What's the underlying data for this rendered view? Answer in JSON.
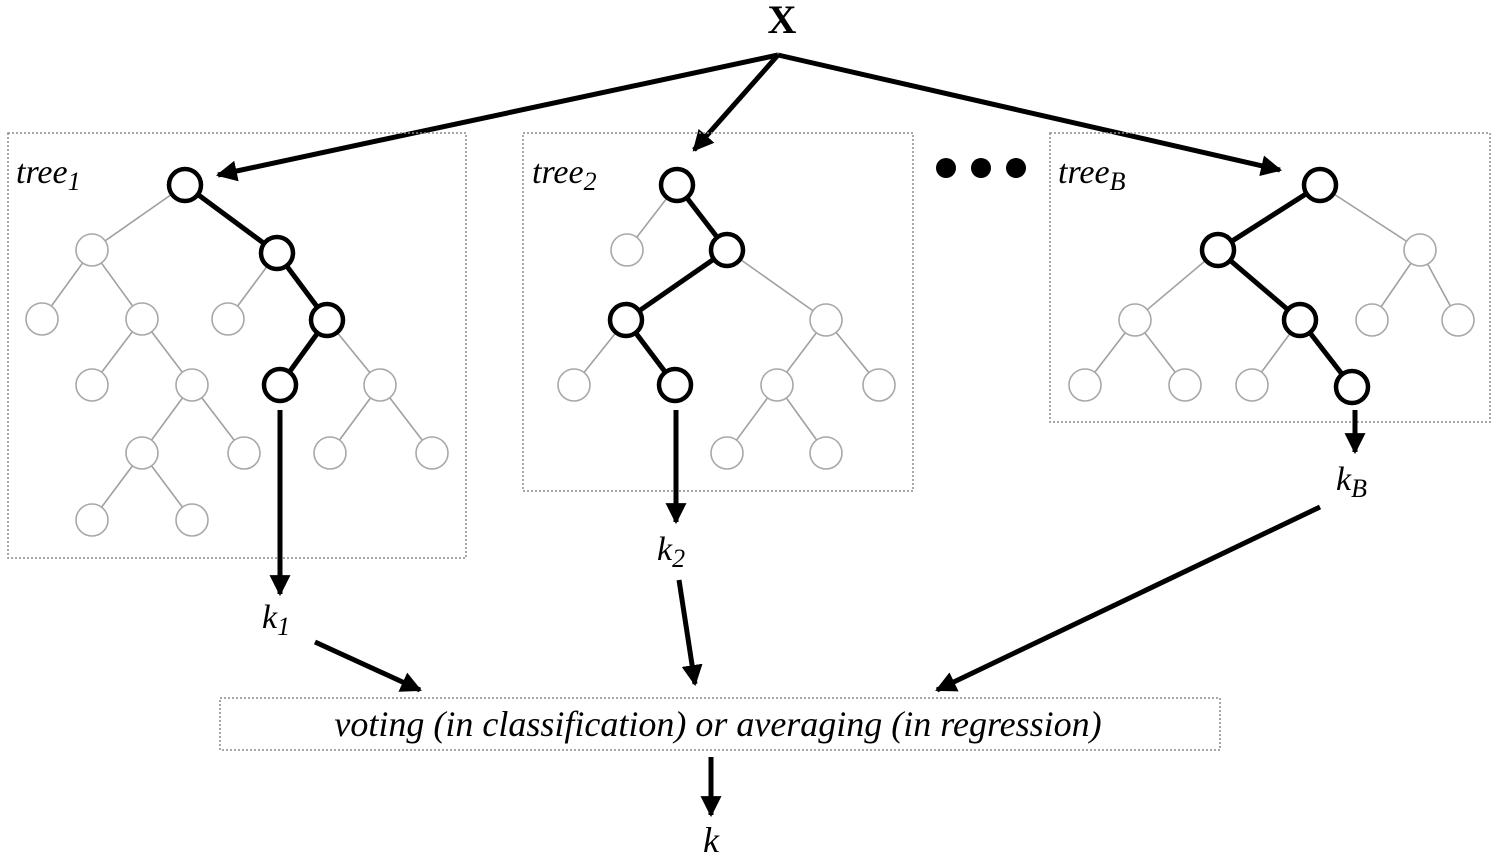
{
  "input_label": "X",
  "trees": [
    {
      "name": "tree",
      "subscript": "1"
    },
    {
      "name": "tree",
      "subscript": "2"
    },
    {
      "name": "tree",
      "subscript": "B"
    }
  ],
  "outputs": [
    {
      "name": "k",
      "subscript": "1"
    },
    {
      "name": "k",
      "subscript": "2"
    },
    {
      "name": "k",
      "subscript": "B"
    }
  ],
  "ellipsis": "•••",
  "aggregation_label": "voting (in classification) or averaging (in regression)",
  "final_output": "k"
}
